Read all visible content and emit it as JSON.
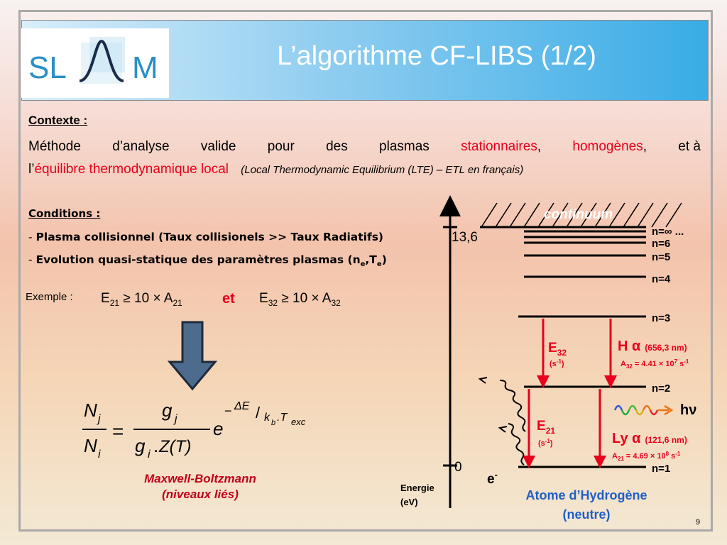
{
  "slide": {
    "title": "L’algorithme CF-LIBS (1/2)",
    "page_number": "9"
  },
  "logo": {
    "text_left": "SL",
    "text_right": "M",
    "icon": "gaussian-peak-logo-icon"
  },
  "context": {
    "title": "Contexte :",
    "line1_words": [
      "Méthode",
      "d’analyse",
      "valide",
      "pour",
      "des",
      "plasmas"
    ],
    "stationary": "stationnaires",
    "comma1": ",",
    "homogeneous": "homogènes",
    "comma2": ",",
    "et_a": "et à",
    "l_prefix": "l’",
    "equilibrium": "équilibre thermodynamique local",
    "lte_note": "(Local Thermodynamic Equilibrium (LTE) – ETL en français)"
  },
  "conditions": {
    "title": "Conditions :",
    "c1": "Plasma collisionnel  (Taux collisionels >> Taux Radiatifs)",
    "c2_prefix": "Evolution quasi-statique des paramètres plasmas (n",
    "c2_e": "e",
    "c2_mid": ",T",
    "c2_end": ")",
    "dash": "- "
  },
  "example": {
    "label": "Exemple :",
    "eq1": {
      "E": "E",
      "sub1": "21",
      "rel": " ≥ 10 × A",
      "sub2": "21"
    },
    "et": "et",
    "eq2": {
      "E": "E",
      "sub1": "32",
      "rel": " ≥ 10 × A",
      "sub2": "32"
    }
  },
  "formula": {
    "N": "N",
    "j": "j",
    "i": "i",
    "equals": "=",
    "g": "g",
    "dot": ".",
    "Z_T": "Z(T)",
    "e": "e",
    "minus": "−",
    "delta_E": "ΔE",
    "slash": "/",
    "k": "k",
    "b": "b",
    "T_dot": ".T",
    "exc": "exc"
  },
  "mb_caption": {
    "line1": "Maxwell-Boltzmann",
    "line2": "(niveaux liés)"
  },
  "energy_diagram": {
    "continuum": "continuum",
    "tick_top": "13,6",
    "tick_zero": "0",
    "axis_label_1": "Energie",
    "axis_label_2": "(eV)",
    "levels": {
      "ninf": "n=∞ ...",
      "n6": "n=6",
      "n5": "n=5",
      "n4": "n=4",
      "n3": "n=3",
      "n2": "n=2",
      "n1": "n=1"
    },
    "E32": {
      "E": "E",
      "sub": "32",
      "unit": "(s",
      "exp": "-1",
      "close": ")"
    },
    "E21": {
      "E": "E",
      "sub": "21",
      "unit": "(s",
      "exp": "-1",
      "close": ")"
    },
    "H_alpha": {
      "name": "H ",
      "alpha": "α",
      "wavelength": "(656,3 nm)",
      "A": "A",
      "A_sub": "32",
      "A_val": " = 4.41 × 10",
      "A_exp": "7",
      "A_unit": " s",
      "A_unit_exp": "-1"
    },
    "Ly_alpha": {
      "name": "Ly ",
      "alpha": "α",
      "wavelength": "(121,6 nm)",
      "A": "A",
      "A_sub": "21",
      "A_val": " = 4.69 × 10",
      "A_exp": "8",
      "A_unit": " s",
      "A_unit_exp": "-1"
    },
    "photon": "hν",
    "electron": "e",
    "electron_sup": "-",
    "atom_line1": "Atome d’Hydrogène",
    "atom_line2": "(neutre)"
  },
  "colors": {
    "accent_red": "#e8001c",
    "title_blue": "#1f5fc7",
    "header_blue": "#39ace6",
    "arrow_fill": "#4d6b8c"
  }
}
